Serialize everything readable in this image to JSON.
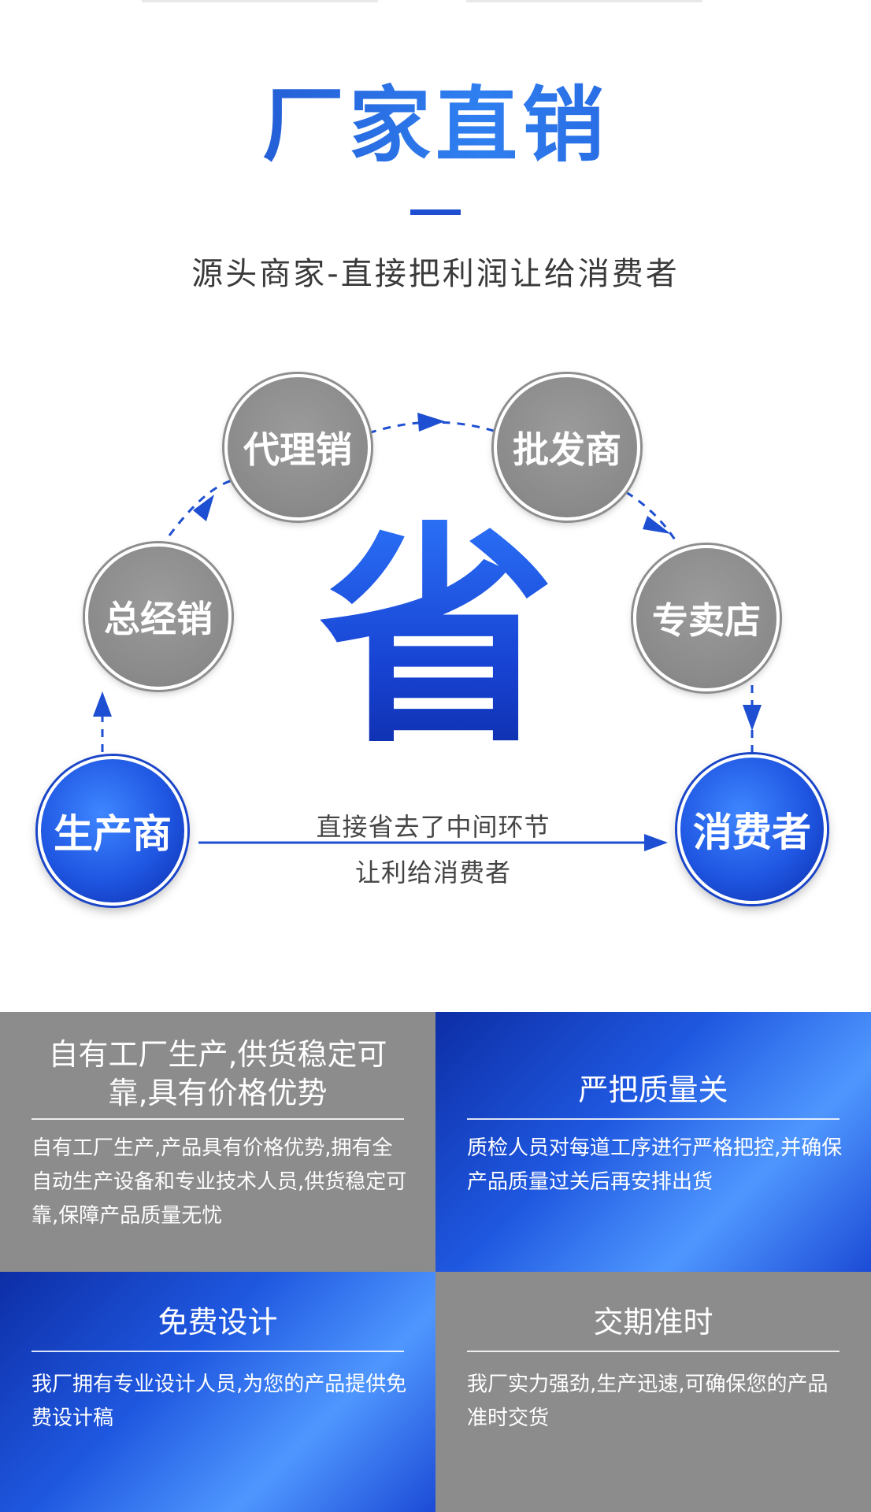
{
  "header": {
    "title": "厂家直销",
    "subtitle": "源头商家-直接把利润让给消费者"
  },
  "diagram": {
    "center_char": "省",
    "nodes": {
      "producer": "生产商",
      "general_distributor": "总经销",
      "agent": "代理销",
      "wholesaler": "批发商",
      "specialty_store": "专卖店",
      "consumer": "消费者"
    },
    "direct_caption_line1": "直接省去了中间环节",
    "direct_caption_line2": "让利给消费者"
  },
  "features": [
    {
      "title": "自有工厂生产,供货稳定可靠,具有价格优势",
      "body": "自有工厂生产,产品具有价格优势,拥有全自动生产设备和专业技术人员,供货稳定可靠,保障产品质量无忧"
    },
    {
      "title": "严把质量关",
      "body": "质检人员对每道工序进行严格把控,并确保产品质量过关后再安排出货"
    },
    {
      "title": "免费设计",
      "body": "我厂拥有专业设计人员,为您的产品提供免费设计稿"
    },
    {
      "title": "交期准时",
      "body": "我厂实力强劲,生产迅速,可确保您的产品准时交货"
    }
  ],
  "colors": {
    "brand_blue": "#1e4fd2",
    "node_gray": "#8a8a8a",
    "panel_gray": "#8c8c8c"
  }
}
